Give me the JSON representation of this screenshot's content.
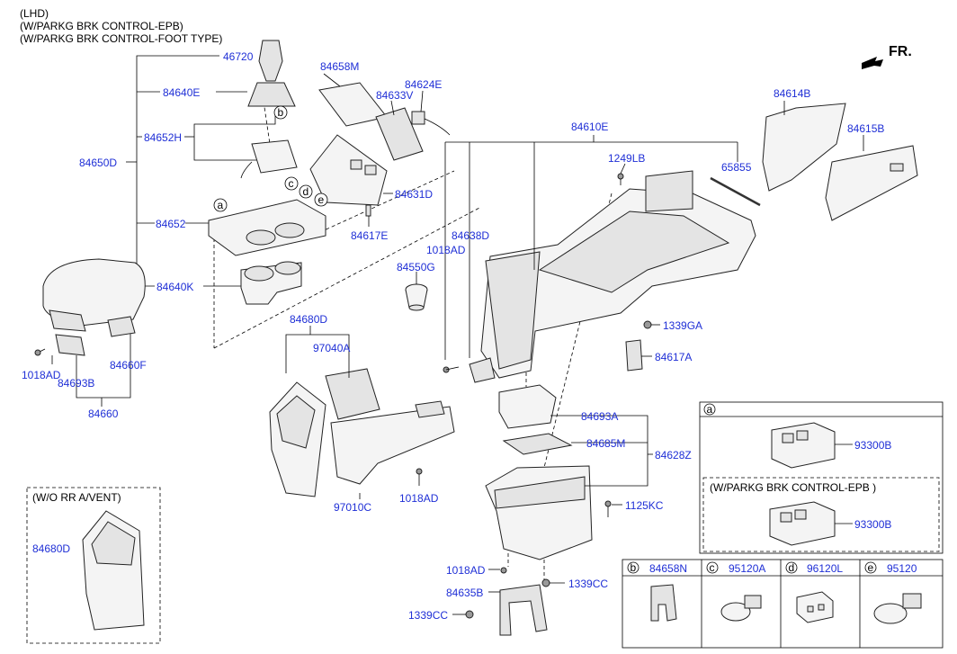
{
  "header": {
    "lines": [
      "(LHD)",
      "(W/PARKG BRK CONTROL-EPB)",
      "(W/PARKG BRK CONTROL-FOOT TYPE)"
    ]
  },
  "direction": "FR.",
  "labels": {
    "p46720": "46720",
    "p84640E": "84640E",
    "p84652H": "84652H",
    "p84650D": "84650D",
    "p84652": "84652",
    "p84640K": "84640K",
    "p1018AD_a": "1018AD",
    "p84693B": "84693B",
    "p84660F": "84660F",
    "p84660": "84660",
    "p84658M": "84658M",
    "p84633V": "84633V",
    "p84624E": "84624E",
    "p84631D": "84631D",
    "p84617E": "84617E",
    "p84610E": "84610E",
    "p1249LB": "1249LB",
    "p65855": "65855",
    "p84638D": "84638D",
    "p1018AD_b": "1018AD",
    "p84550G": "84550G",
    "p84614B": "84614B",
    "p84615B": "84615B",
    "p1339GA": "1339GA",
    "p84617A": "84617A",
    "p84680D": "84680D",
    "p97040A": "97040A",
    "p97010C": "97010C",
    "p1018AD_c": "1018AD",
    "p84693A": "84693A",
    "p84685M": "84685M",
    "p84628Z": "84628Z",
    "p1125KC": "1125KC",
    "p1018AD_d": "1018AD",
    "p84635B": "84635B",
    "p1339CC_a": "1339CC",
    "p1339CC_b": "1339CC",
    "inset_label": "(W/O RR A/VENT)",
    "inset_part": "84680D"
  },
  "callout_letters": [
    "a",
    "b",
    "c",
    "d",
    "e"
  ],
  "detail_box": {
    "letter": "a",
    "part_top": "93300B",
    "sub_caption": "(W/PARKG BRK CONTROL-EPB )",
    "part_bottom": "93300B"
  },
  "bottom_table": [
    {
      "letter": "b",
      "part": "84658N"
    },
    {
      "letter": "c",
      "part": "95120A"
    },
    {
      "letter": "d",
      "part": "96120L"
    },
    {
      "letter": "e",
      "part": "95120"
    }
  ]
}
